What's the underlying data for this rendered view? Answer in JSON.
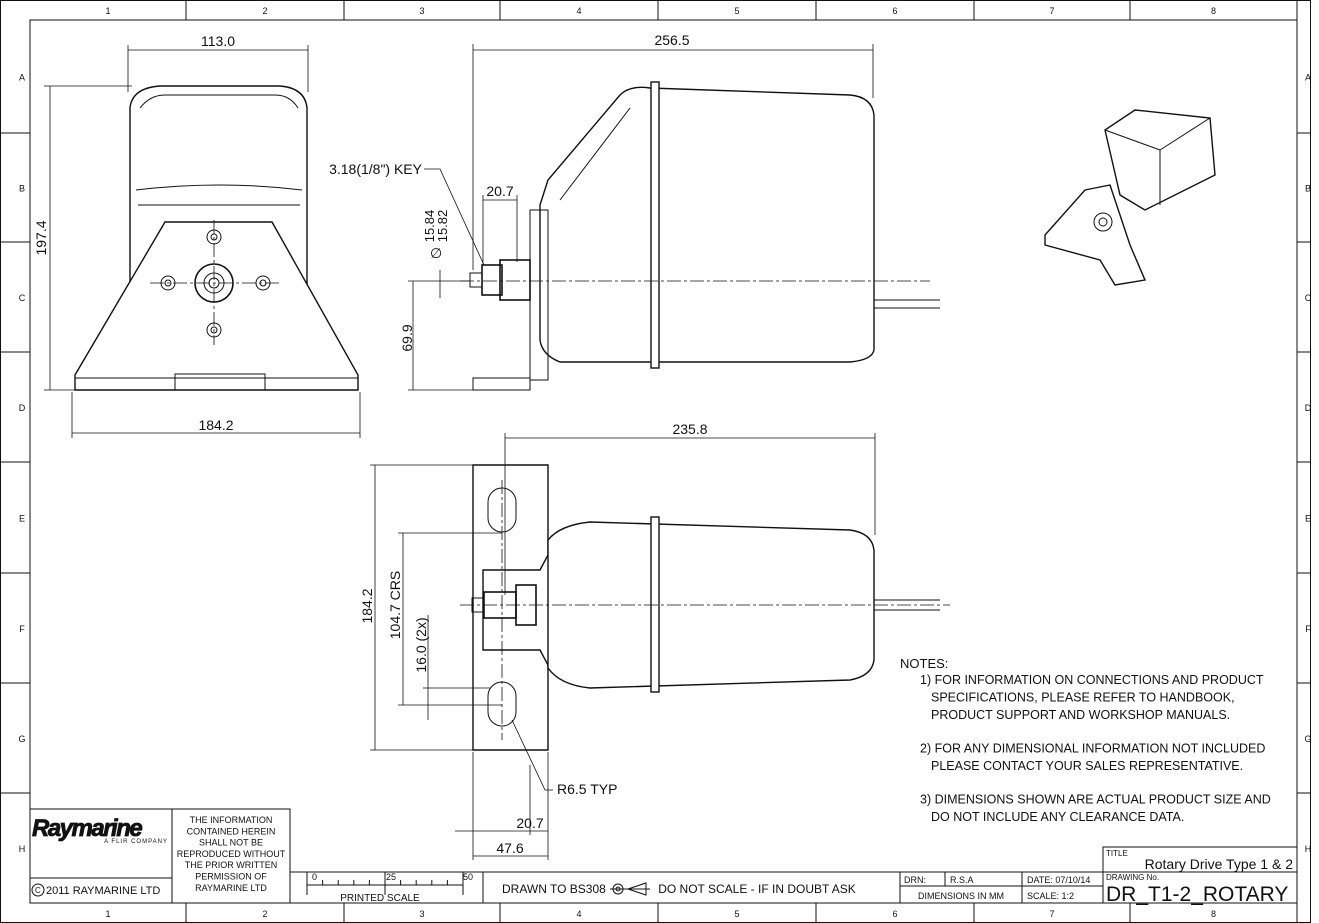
{
  "border": {
    "columns": [
      "1",
      "2",
      "3",
      "4",
      "5",
      "6",
      "7",
      "8"
    ],
    "rows": [
      "A",
      "B",
      "C",
      "D",
      "E",
      "F",
      "G",
      "H"
    ]
  },
  "dimensions": {
    "front_width_top": "113.0",
    "front_height": "197.4",
    "front_base_width": "184.2",
    "side_length": "256.5",
    "key": "3.18(1/8\") KEY",
    "shaft_len": "20.7",
    "shaft_dia_a": "15.84",
    "shaft_dia_b": "15.82",
    "dia_symbol": "∅",
    "shaft_height": "69.9",
    "top_length": "235.8",
    "top_width": "184.2",
    "crs": "104.7 CRS",
    "slot": "16.0 (2x)",
    "radius": "R6.5 TYP",
    "bottom_a": "20.7",
    "bottom_b": "47.6"
  },
  "notes": {
    "heading": "NOTES:",
    "items": [
      [
        "1) FOR INFORMATION ON CONNECTIONS AND PRODUCT",
        "SPECIFICATIONS, PLEASE REFER TO HANDBOOK,",
        "PRODUCT SUPPORT AND WORKSHOP MANUALS."
      ],
      [
        "2) FOR ANY DIMENSIONAL INFORMATION NOT INCLUDED",
        "PLEASE CONTACT YOUR SALES REPRESENTATIVE."
      ],
      [
        "3) DIMENSIONS SHOWN ARE ACTUAL PRODUCT SIZE AND",
        "DO NOT INCLUDE ANY CLEARANCE DATA."
      ]
    ]
  },
  "title_block": {
    "logo": "Raymarine",
    "logo_sub": "A FLIR COMPANY",
    "copyright": "2011 RAYMARINE LTD",
    "confidential": [
      "THE INFORMATION",
      "CONTAINED HEREIN",
      "SHALL NOT BE",
      "REPRODUCED WITHOUT",
      "THE PRIOR WRITTEN",
      "PERMISSION OF",
      "RAYMARINE LTD"
    ],
    "scale_ticks": [
      "0",
      "25",
      "50"
    ],
    "printed_scale": "PRINTED SCALE",
    "drawn_to": "DRAWN TO BS308",
    "do_not_scale": "DO NOT SCALE - IF IN DOUBT ASK",
    "drn_label": "DRN:",
    "drn_value": "R.S.A",
    "dims_in": "DIMENSIONS IN MM",
    "date": "DATE: 07/10/14",
    "scale": "SCALE:  1:2",
    "title_label": "TITLE",
    "title": "Rotary Drive Type 1 & 2",
    "drawing_no_label": "DRAWING No.",
    "drawing_no": "DR_T1-2_ROTARY"
  }
}
